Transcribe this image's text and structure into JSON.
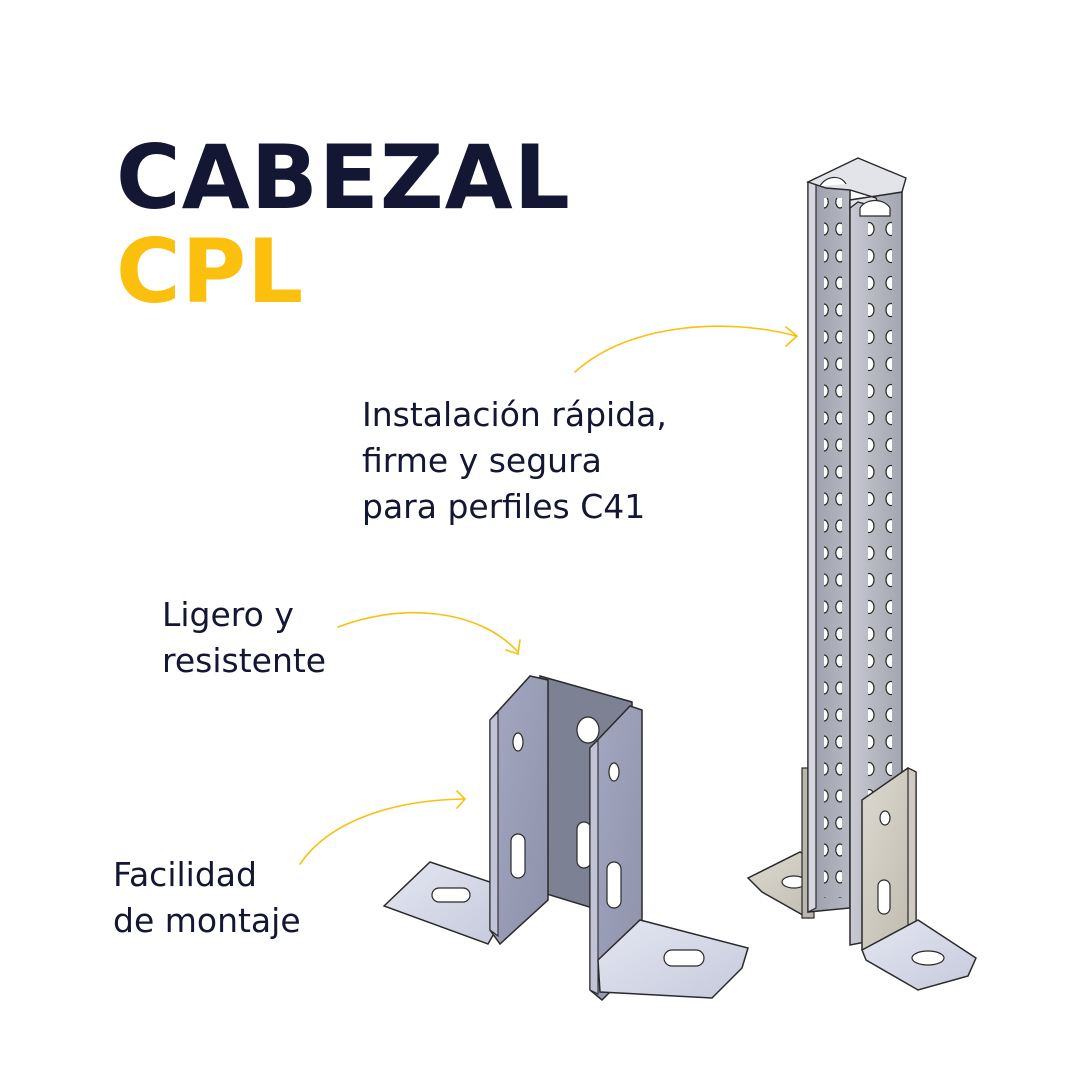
{
  "title": {
    "line1": "CABEZAL",
    "line2": "CPL"
  },
  "captions": {
    "install": "Instalación rápida,\nfirme y segura\npara perfiles C41",
    "light": "Ligero y\nresistente",
    "mount": "Facilidad\nde montaje"
  },
  "colors": {
    "navy": "#131733",
    "accent": "#fbbf0e"
  }
}
